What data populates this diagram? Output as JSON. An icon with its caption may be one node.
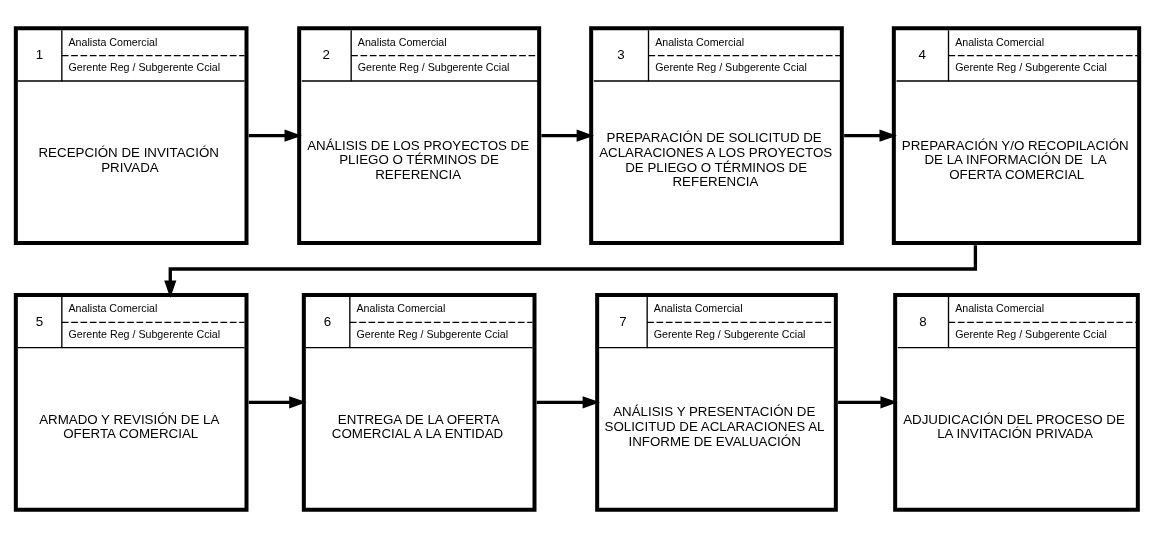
{
  "diagram": {
    "nodes": [
      {
        "text": [
          "1",
          "Analista Comercial",
          "Gerente Reg / Subgerente Ccial",
          "RECEPCIÓN DE INVITACIÓN PRIVADA"
        ]
      },
      {
        "text": [
          "2",
          "Analista Comercial",
          "Gerente Reg / Subgerente Ccial",
          "ANÁLISIS DE LOS PROYECTOS DE PLIEGO O TÉRMINOS DE REFERENCIA"
        ]
      },
      {
        "text": [
          "3",
          "Analista Comercial",
          "Gerente Reg / Subgerente Ccial",
          "PREPARACIÓN DE SOLICITUD DE ACLARACIONES A LOS PROYECTOS DE PLIEGO O TÉRMINOS DE REFERENCIA"
        ]
      },
      {
        "text": [
          "4",
          "Analista Comercial",
          "Gerente Reg / Subgerente Ccial",
          "PREPARACIÓN Y/O RECOPILACIÓN DE LA INFORMACIÓN DE  LA OFERTA COMERCIAL"
        ]
      },
      {
        "text": [
          "5",
          "Analista Comercial",
          "Gerente Reg / Subgerente Ccial",
          "ARMADO Y REVISIÓN DE LA OFERTA COMERCIAL"
        ]
      },
      {
        "text": [
          "6",
          "Analista Comercial",
          "Gerente Reg / Subgerente Ccial",
          "ENTREGA DE LA OFERTA COMERCIAL A LA ENTIDAD"
        ]
      },
      {
        "text": [
          "7",
          "Analista Comercial",
          "Gerente Reg / Subgerente Ccial",
          "ANÁLISIS Y PRESENTACIÓN DE SOLICITUD DE ACLARACIONES AL INFORME DE EVALUACIÓN"
        ]
      },
      {
        "text": [
          "8",
          "Analista Comercial",
          "Gerente Reg / Subgerente Ccial",
          "ADJUDICACIÓN DEL PROCESO DE LA INVITACIÓN PRIVADA"
        ]
      }
    ],
    "edges": [
      {
        "from": 0,
        "to": 1,
        "arrow": "to"
      },
      {
        "from": 1,
        "to": 2,
        "arrow": "to"
      },
      {
        "from": 2,
        "to": 3,
        "arrow": "to"
      },
      {
        "from": 3,
        "to": 4,
        "arrow": "to"
      },
      {
        "from": 4,
        "to": 5,
        "arrow": "to"
      },
      {
        "from": 5,
        "to": 6,
        "arrow": "to"
      },
      {
        "from": 6,
        "to": 7,
        "arrow": "to"
      }
    ]
  }
}
